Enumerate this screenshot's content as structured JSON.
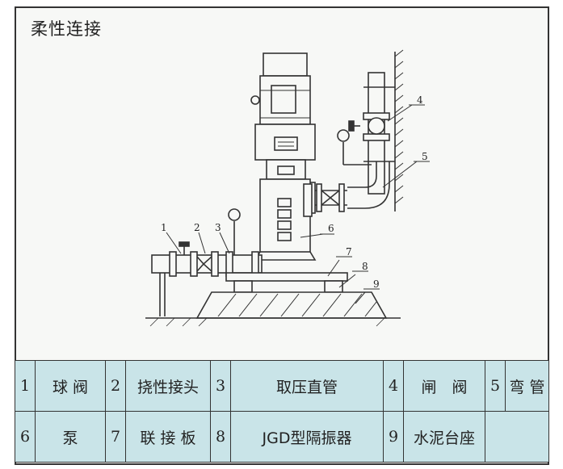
{
  "title": "柔性连接",
  "callouts": [
    "1",
    "2",
    "3",
    "4",
    "5",
    "6",
    "7",
    "8",
    "9"
  ],
  "legend": [
    [
      {
        "num": "1",
        "name": "球 阀"
      },
      {
        "num": "2",
        "name": "挠性接头"
      },
      {
        "num": "3",
        "name": "取压直管"
      },
      {
        "num": "4",
        "name": "闸　阀"
      },
      {
        "num": "5",
        "name": "弯 管"
      }
    ],
    [
      {
        "num": "6",
        "name": "泵"
      },
      {
        "num": "7",
        "name": "联 接 板"
      },
      {
        "num": "8",
        "name": "JGD型隔振器"
      },
      {
        "num": "9",
        "name": "水泥台座"
      }
    ]
  ],
  "colors": {
    "background": "#f7f8f6",
    "legend_bg": "#c9e4e8",
    "line": "#333333"
  }
}
